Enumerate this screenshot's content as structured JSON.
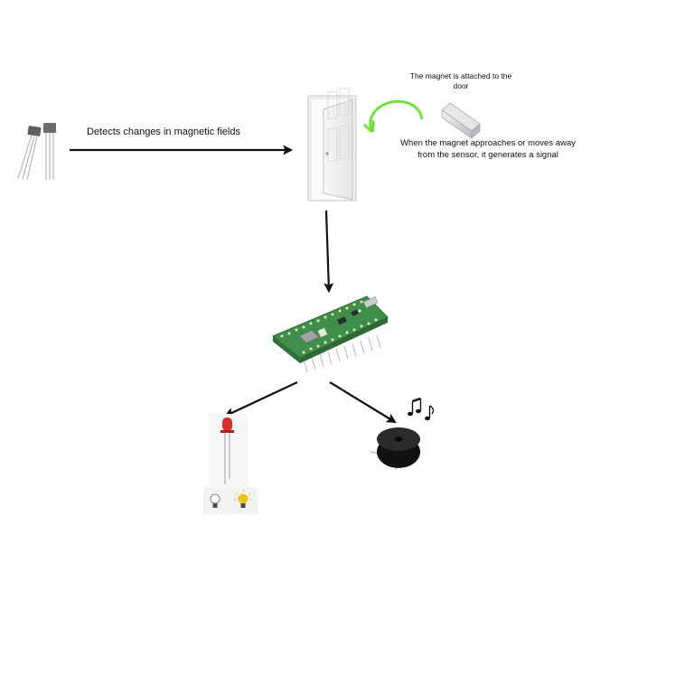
{
  "labels": {
    "detects": "Detects changes in magnetic fields",
    "magnet_attached": "The magnet is attached to the door",
    "signal": "When the magnet approaches or moves away from the sensor, it generates a signal"
  },
  "colors": {
    "arrow": "#111111",
    "rotation_arrow": "#6fe33a",
    "pcb_green": "#3f8f4a",
    "led_red": "#d9302a",
    "buzzer_black": "#1c1c1c",
    "bulb_on": "#f2c218",
    "magnet_gray": "#cfd1d4"
  },
  "icons": {
    "sensor": "hall-effect-sensor-icon",
    "door": "door-icon",
    "magnet": "magnet-bar-icon",
    "board": "microcontroller-board-icon",
    "led": "red-led-icon",
    "bulb_off": "bulb-off-icon",
    "bulb_on": "bulb-on-icon",
    "buzzer": "buzzer-icon",
    "music": "music-notes-icon"
  }
}
